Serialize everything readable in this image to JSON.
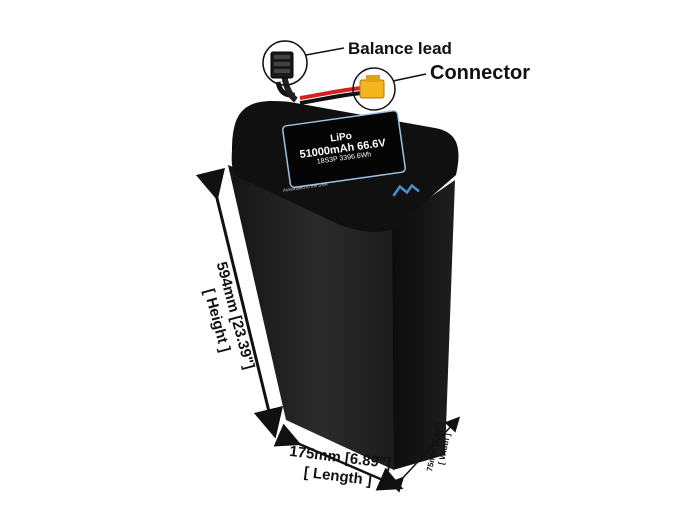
{
  "callouts": {
    "balance_lead": "Balance lead",
    "connector": "Connector"
  },
  "dimensions": {
    "height": {
      "measure": "594mm [23.39\"]",
      "name": "[ Height ]"
    },
    "length": {
      "measure": "175mm [6.89\"]",
      "name": "[ Length ]"
    },
    "width": {
      "measure": "75mm [2.95\"]",
      "name": "[ Width ]"
    }
  },
  "label": {
    "chemistry": "LiPo",
    "capacity": "51000mAh 66.6V",
    "spec": "18S3P 3396.6Wh",
    "assembled": "Assembled in the USA"
  },
  "colors": {
    "battery_body": "#1a1a1a",
    "connector": "#f2b51e",
    "wire_red": "#d42020",
    "label_frame": "#9fc3e8"
  },
  "icons": {
    "logo": "maxamps-logo-icon",
    "balance_plug": "balance-plug-icon",
    "xt_connector": "xt-connector-icon"
  }
}
